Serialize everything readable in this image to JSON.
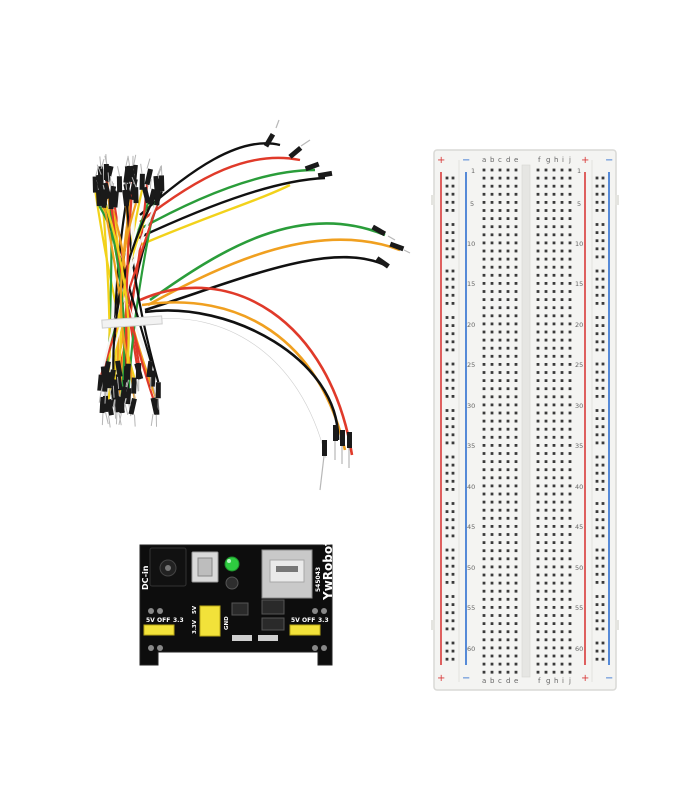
{
  "breadboard": {
    "column_letters_left": [
      "a",
      "b",
      "c",
      "d",
      "e"
    ],
    "column_letters_right": [
      "f",
      "g",
      "h",
      "i",
      "j"
    ],
    "row_numbers": [
      "1",
      "5",
      "10",
      "15",
      "20",
      "25",
      "30",
      "35",
      "40",
      "45",
      "50",
      "55",
      "60"
    ],
    "rail_plus": "+",
    "rail_minus": "−",
    "rail_colors": {
      "plus": "#d83a3a",
      "minus": "#2f6fd0"
    }
  },
  "power_module": {
    "brand": "YwRobot",
    "model": "545043",
    "jack_label": "DC-in",
    "left_selector": {
      "a": "5V",
      "b": "OFF",
      "c": "3.3"
    },
    "right_selector": {
      "a": "5V",
      "b": "OFF",
      "c": "3.3"
    },
    "mid_labels": {
      "v33": "3.3V",
      "v5": "5V",
      "gnd": "GND"
    },
    "led_color": "#2ecc40",
    "board_color": "#0d0d0d"
  },
  "jumper_wires": {
    "colors": [
      "#111111",
      "#e03a2a",
      "#f0a020",
      "#f2d21b",
      "#ffffff",
      "#2a9d3a"
    ]
  }
}
